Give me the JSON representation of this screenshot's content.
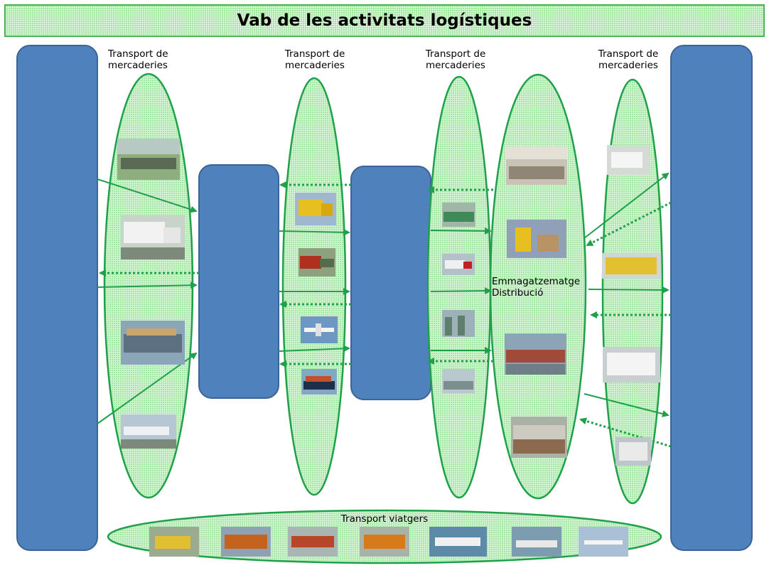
{
  "title": "Vab de les activitats logístiques",
  "columns": [
    {
      "label_line1": "Transport de",
      "label_line2": "mercaderies"
    },
    {
      "label_line1": "Transport de",
      "label_line2": "mercaderies"
    },
    {
      "label_line1": "Transport de",
      "label_line2": "mercaderies"
    },
    {
      "label_line1": "Transport de",
      "label_line2": "mercaderies"
    }
  ],
  "warehouse": {
    "label_line1": "Emmagatzematge",
    "label_line2": "Distribució"
  },
  "passenger": {
    "label": "Transport viatgers"
  },
  "colors": {
    "box": "#4f81bd",
    "box_border": "#3a6596",
    "ellipse_stroke": "#1fa04a",
    "ellipse_fill": "#9ee59e",
    "arrow": "#1fa04a"
  },
  "photos": {
    "col1": [
      "truck-convoy-photo",
      "white-truck-photo",
      "container-ship-photo",
      "cargo-plane-photo"
    ],
    "col2": [
      "yellow-truck-photo",
      "freight-train-photo",
      "airplane-photo",
      "container-ship-photo"
    ],
    "col3": [
      "storage-tanks-photo",
      "truck-photo",
      "port-cranes-photo",
      "terminal-photo"
    ],
    "warehouse": [
      "warehouse-interior-photo",
      "forklift-photo",
      "port-yard-photo",
      "warehouse-building-photo"
    ],
    "col5": [
      "white-van-photo",
      "yellow-van-photo",
      "white-van-photo",
      "small-van-photo"
    ],
    "passenger": [
      "taxi-photo",
      "bus-photo",
      "tram-photo",
      "train-photo",
      "ferry-photo",
      "ship-photo",
      "airliner-photo"
    ]
  }
}
